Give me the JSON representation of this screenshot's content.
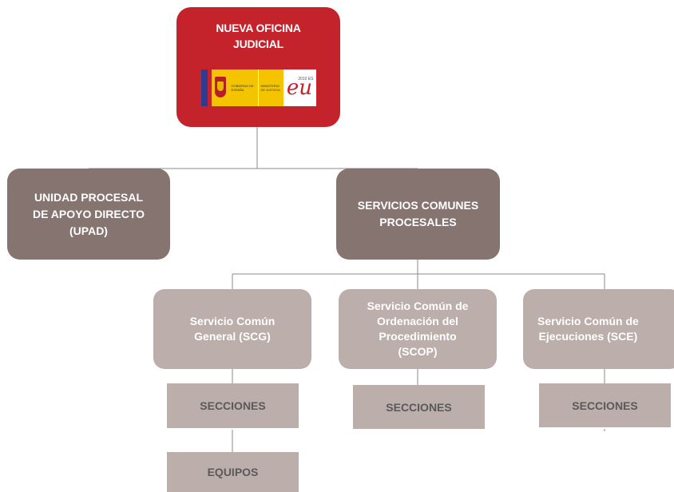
{
  "top": {
    "title_line1": "NUEVA OFICINA",
    "title_line2": "JUDICIAL",
    "logo": {
      "gov_text": "GOBIERNO DE ESPAÑA",
      "ministry_text": "MINISTERIO DE JUSTICIA",
      "eu_text": "eu",
      "year_text": "2010 ES"
    }
  },
  "level2": {
    "upad": [
      "UNIDAD PROCESAL",
      "DE APOYO DIRECTO",
      "(UPAD)"
    ],
    "scp": [
      "SERVICIOS COMUNES",
      "PROCESALES"
    ]
  },
  "level3": {
    "scg": [
      "Servicio Común",
      "General (SCG)"
    ],
    "scop": [
      "Servicio Común de",
      "Ordenación del",
      "Procedimiento",
      "(SCOP)"
    ],
    "sce": [
      "Servicio Común de",
      "Ejecuciones (SCE)"
    ]
  },
  "level4": {
    "sec_scg": "SECCIONES",
    "sec_scop": "SECCIONES",
    "sec_sce": "SECCIONES",
    "equipos": "EQUIPOS"
  },
  "colors": {
    "top": "#c4232c",
    "level2": "#857470",
    "level3": "#bcaeaa",
    "connector": "#8a8a8a"
  }
}
